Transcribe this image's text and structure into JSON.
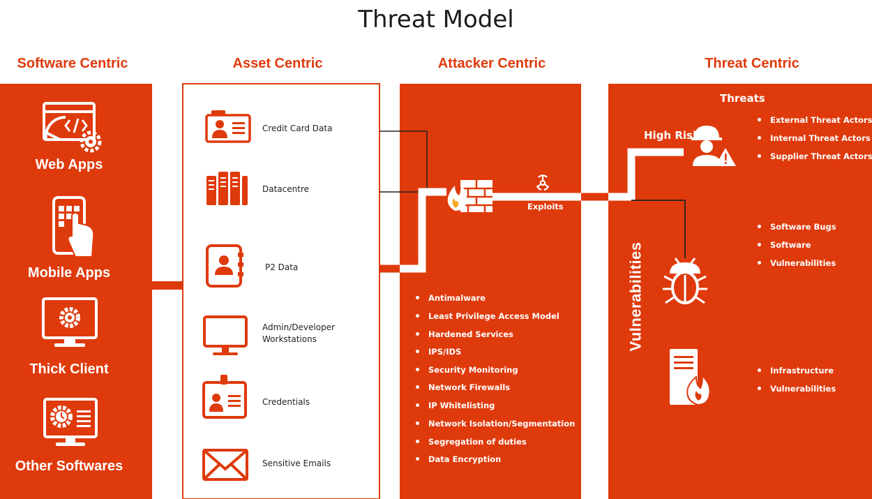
{
  "title": "Threat Model",
  "columns": {
    "software": "Software Centric",
    "asset": "Asset Centric",
    "attacker": "Attacker Centric",
    "threat": "Threat Centric"
  },
  "software_items": [
    "Web Apps",
    "Mobile Apps",
    "Thick Client",
    "Other Softwares"
  ],
  "assets": [
    "Credit Card Data",
    "Datacentre",
    "P2 Data",
    "Admin/Developer Workstations",
    "Credentials",
    "Sensitive Emails"
  ],
  "attacker": {
    "exploits_label": "Exploits",
    "controls": [
      "Antimalware",
      "Least Privilege Access Model",
      "Hardened Services",
      "IPS/IDS",
      "Security Monitoring",
      "Network Firewalls",
      "IP Whitelisting",
      "Network Isolation/Segmentation",
      "Segregation of duties",
      "Data Encryption"
    ]
  },
  "threat": {
    "threats_heading": "Threats",
    "high_risk": "High Risk",
    "threat_actors": [
      "External Threat Actors",
      "Internal Threat Actors",
      "Supplier Threat Actors"
    ],
    "vulnerabilities_label": "Vulnerabilities",
    "software_vulns": [
      "Software Bugs",
      "Software",
      "Vulnerabilities"
    ],
    "infra_vulns": [
      "Infrastructure",
      "Vulnerabilities"
    ]
  },
  "colors": {
    "accent": "#e03a0c",
    "panel": "#df3a0c"
  }
}
